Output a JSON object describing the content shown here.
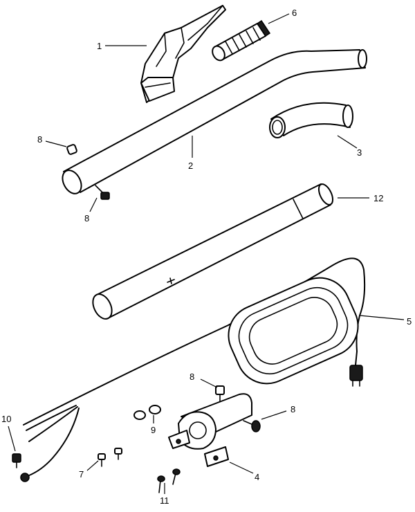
{
  "callouts": [
    {
      "id": "c1",
      "label": "1"
    },
    {
      "id": "c2",
      "label": "2"
    },
    {
      "id": "c3",
      "label": "3"
    },
    {
      "id": "c4",
      "label": "4"
    },
    {
      "id": "c5",
      "label": "5"
    },
    {
      "id": "c6",
      "label": "6"
    },
    {
      "id": "c7",
      "label": "7"
    },
    {
      "id": "c8a",
      "label": "8"
    },
    {
      "id": "c8b",
      "label": "8"
    },
    {
      "id": "c8c",
      "label": "8"
    },
    {
      "id": "c8d",
      "label": "8"
    },
    {
      "id": "c9",
      "label": "9"
    },
    {
      "id": "c10",
      "label": "10"
    },
    {
      "id": "c11",
      "label": "11"
    },
    {
      "id": "c12",
      "label": "12"
    }
  ]
}
